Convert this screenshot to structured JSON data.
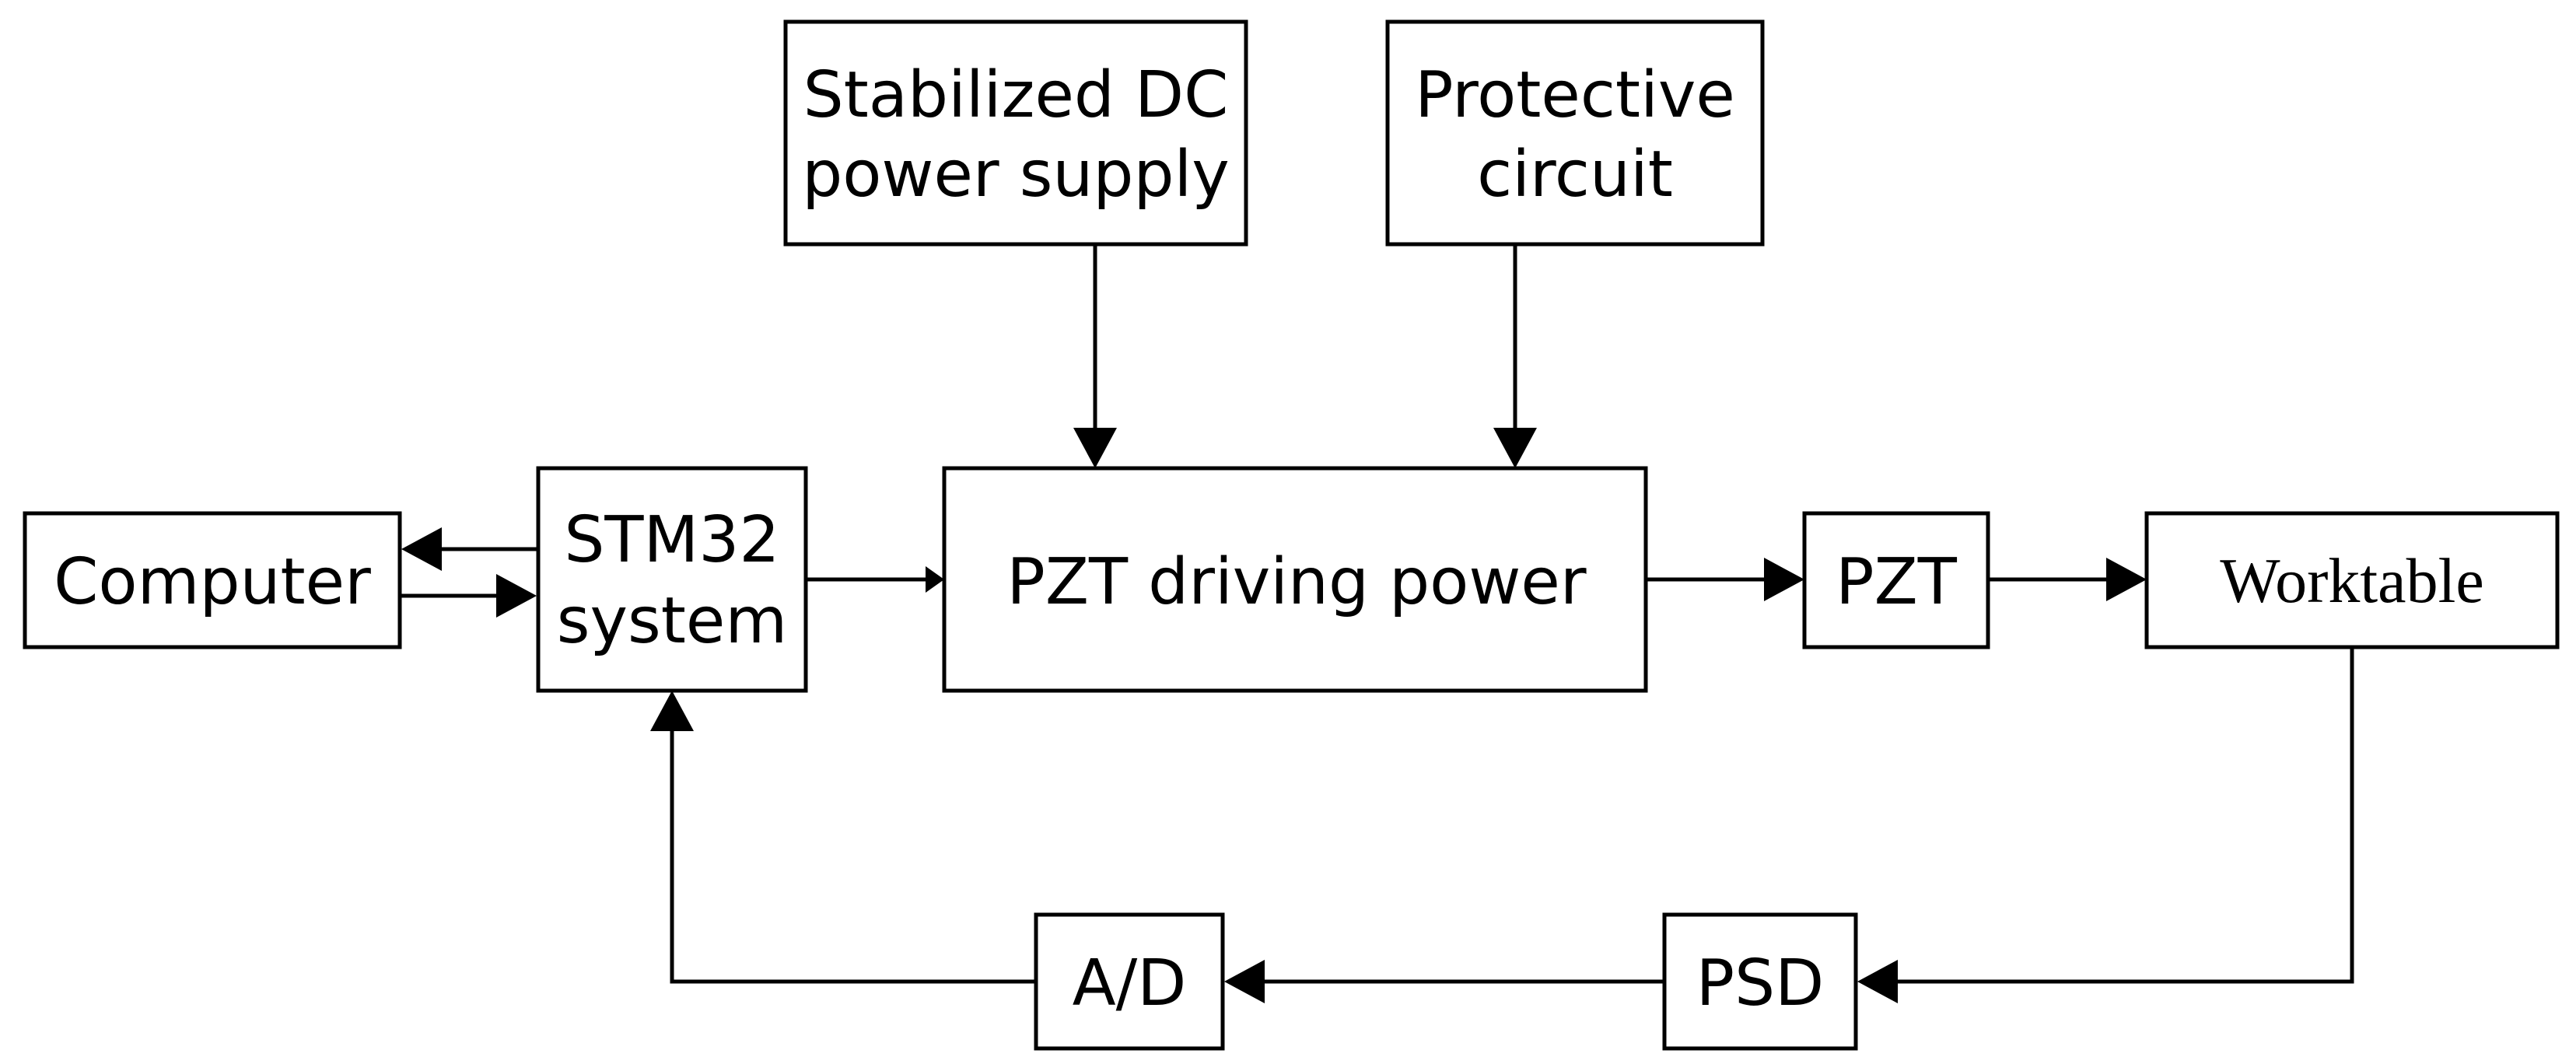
{
  "colors": {
    "line": "#000000",
    "background": "#ffffff"
  },
  "blocks": {
    "stabilized_dc_power_supply": {
      "line1": "Stabilized DC",
      "line2": "power supply"
    },
    "protective_circuit": {
      "line1": "Protective",
      "line2": "circuit"
    },
    "computer": {
      "label": "Computer"
    },
    "stm32_system": {
      "line1": "STM32",
      "line2": "system"
    },
    "pzt_driving_power": {
      "label": "PZT driving power"
    },
    "pzt": {
      "label": "PZT"
    },
    "worktable": {
      "label": "Worktable"
    },
    "ad_converter": {
      "label": "A/D"
    },
    "psd": {
      "label": "PSD"
    }
  },
  "connections": [
    {
      "from": "Stabilized DC power supply",
      "to": "PZT driving power"
    },
    {
      "from": "Protective circuit",
      "to": "PZT driving power"
    },
    {
      "from": "STM32 system",
      "to": "Computer"
    },
    {
      "from": "Computer",
      "to": "STM32 system"
    },
    {
      "from": "STM32 system",
      "to": "PZT driving power"
    },
    {
      "from": "PZT driving power",
      "to": "PZT"
    },
    {
      "from": "PZT",
      "to": "Worktable"
    },
    {
      "from": "Worktable",
      "to": "PSD"
    },
    {
      "from": "PSD",
      "to": "A/D"
    },
    {
      "from": "A/D",
      "to": "STM32 system"
    }
  ]
}
